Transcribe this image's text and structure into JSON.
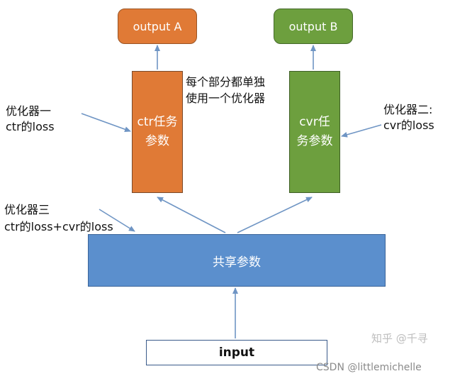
{
  "nodes": {
    "output_a": "output A",
    "output_b": "output B",
    "ctr_task": "ctr任务参数",
    "cvr_task": "cvr任务参数",
    "shared": "共享参数",
    "input": "input"
  },
  "annotations": {
    "note_line1": "每个部分都单独",
    "note_line2": "使用一个优化器",
    "opt1_line1": "优化器一",
    "opt1_line2": "ctr的loss",
    "opt2_line1": "优化器二:",
    "opt2_line2": "cvr的loss",
    "opt3_line1": "优化器三",
    "opt3_line2": "ctr的loss+cvr的loss"
  },
  "watermarks": {
    "zhihu": "知乎 @千寻",
    "csdn": "CSDN @littlemichelle"
  },
  "colors": {
    "task_a": "#e07a36",
    "task_b": "#6d9f3e",
    "shared": "#5b8fcd",
    "arrow": "#6f95c4"
  }
}
